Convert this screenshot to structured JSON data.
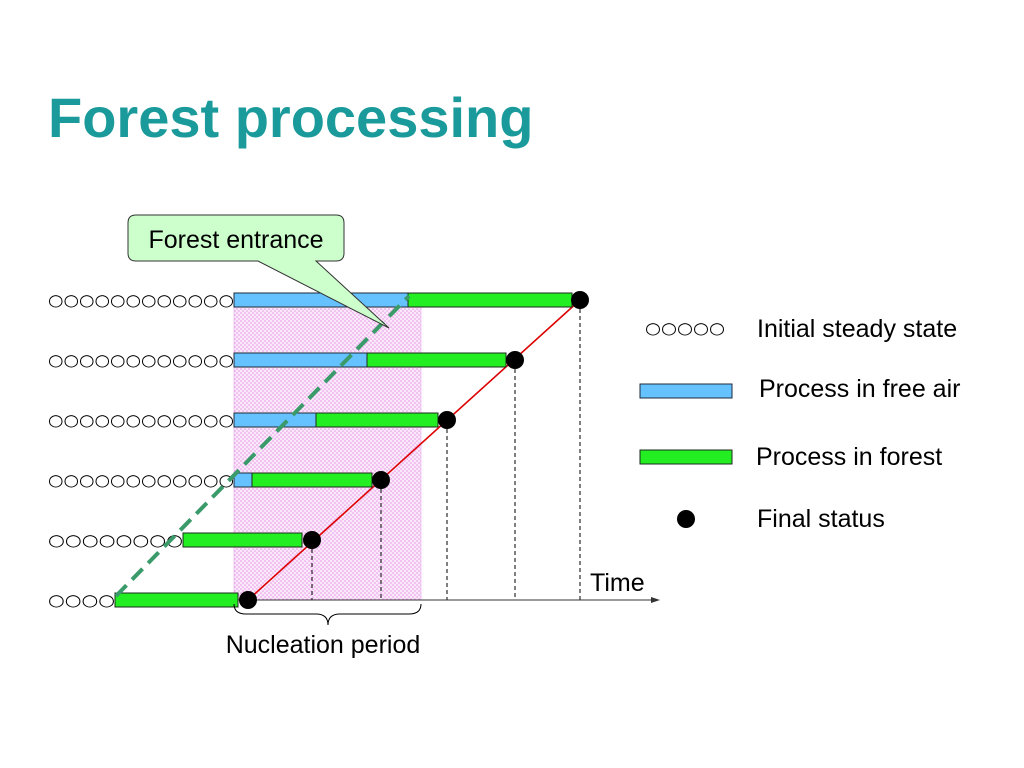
{
  "title": "Forest processing",
  "callout": {
    "label": "Forest entrance"
  },
  "rows": [
    {
      "initial": "○○○○○○○○○○○○"
    },
    {
      "initial": "○○○○○○○○○○○○"
    },
    {
      "initial": "○○○○○○○○○○○○"
    },
    {
      "initial": "○○○○○○○○○○○○"
    },
    {
      "initial": "○○○○○○○○"
    },
    {
      "initial": "○○○○"
    }
  ],
  "axis": {
    "label": "Time"
  },
  "nucleation": {
    "label": "Nucleation period"
  },
  "legend": {
    "initial": {
      "symbol": "○○○○○",
      "label": "Initial steady state"
    },
    "free_air": {
      "label": "Process in free air"
    },
    "forest": {
      "label": "Process in forest"
    },
    "final": {
      "label": "Final status"
    }
  },
  "colors": {
    "title": "#1a9a9a",
    "free_air": "#66c2ff",
    "forest": "#22ee22",
    "final_status": "#000000",
    "completion_line": "#dd0000",
    "entrance_line": "#3a9a6a",
    "callout": "#ccffcc",
    "nucleation_region": "#f3c4f3"
  }
}
